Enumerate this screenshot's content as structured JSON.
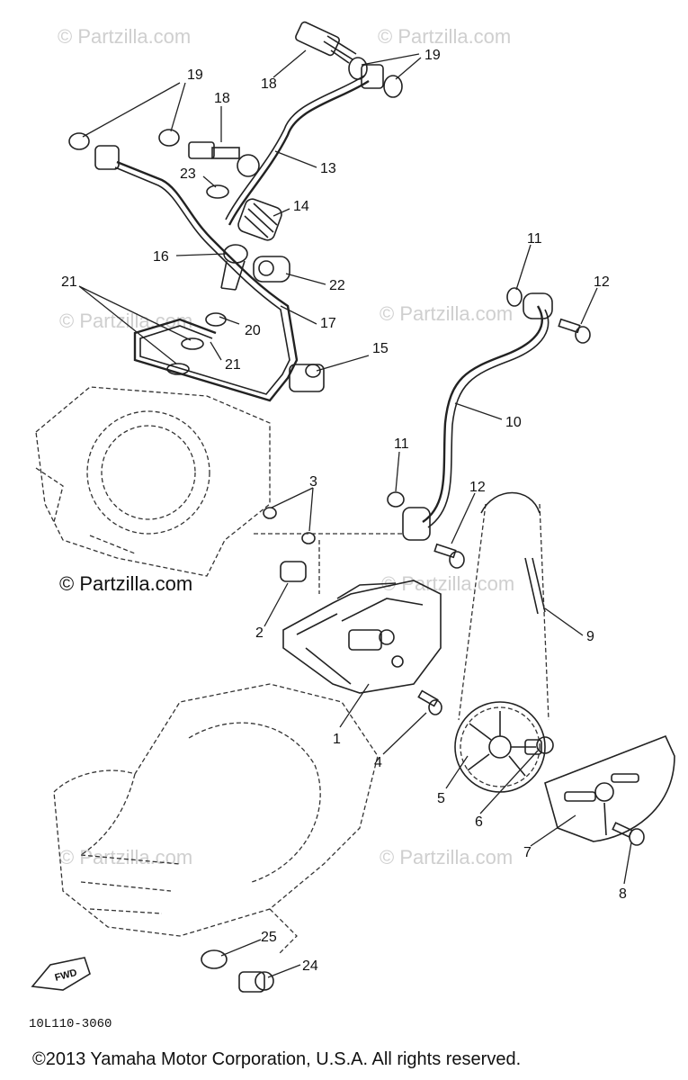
{
  "watermarks": {
    "w1": "© Partzilla.com",
    "w2": "© Partzilla.com",
    "w3": "© Partzilla.com",
    "w4": "© Partzilla.com",
    "w5": "© Partzilla.com",
    "w6": "© Partzilla.com",
    "w7": "© Partzilla.com",
    "w8": "© Partzilla.com"
  },
  "copyright_main": "© Partzilla.com",
  "diagram_code": "10L110-3060",
  "footer": "©2013  Yamaha Motor Corporation, U.S.A. All rights reserved.",
  "direction_label": "FWD",
  "callouts": {
    "c1": "1",
    "c2": "2",
    "c3": "3",
    "c4": "4",
    "c5": "5",
    "c6": "6",
    "c7": "7",
    "c8": "8",
    "c9": "9",
    "c10": "10",
    "c11a": "11",
    "c11b": "11",
    "c12a": "12",
    "c12b": "12",
    "c13": "13",
    "c14": "14",
    "c15": "15",
    "c16": "16",
    "c17": "17",
    "c18": "18",
    "c19a": "19",
    "c19b": "19",
    "c20": "20",
    "c21a": "21",
    "c21b": "21",
    "c22": "22",
    "c23": "23",
    "c24": "24",
    "c25": "25"
  }
}
